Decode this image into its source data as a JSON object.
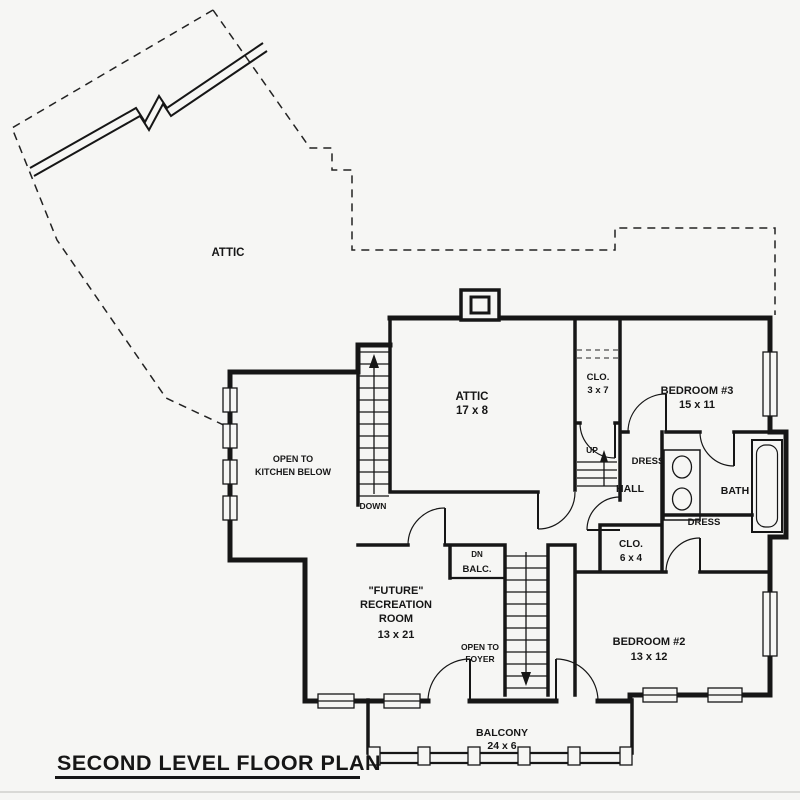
{
  "title": "SECOND LEVEL FLOOR PLAN",
  "labels": {
    "attic_space": "ATTIC",
    "attic_room_name": "ATTIC",
    "attic_room_dims": "17 x 8",
    "closet37_name": "CLO.",
    "closet37_dims": "3 x 7",
    "bedroom3_name": "BEDROOM #3",
    "bedroom3_dims": "15 x 11",
    "open_kitchen_1": "OPEN TO",
    "open_kitchen_2": "KITCHEN BELOW",
    "down": "DOWN",
    "up": "UP",
    "dn": "DN",
    "balc": "BALC.",
    "hall": "HALL",
    "dress_upper": "DRESS",
    "dress_lower": "DRESS",
    "bath": "BATH",
    "closet64_name": "CLO.",
    "closet64_dims": "6 x 4",
    "rec_1": "\"FUTURE\"",
    "rec_2": "RECREATION",
    "rec_3": "ROOM",
    "rec_dims": "13 x 21",
    "foyer_1": "OPEN TO",
    "foyer_2": "FOYER",
    "bedroom2_name": "BEDROOM #2",
    "bedroom2_dims": "13 x 12",
    "balcony_name": "BALCONY",
    "balcony_dims": "24 x 6"
  }
}
